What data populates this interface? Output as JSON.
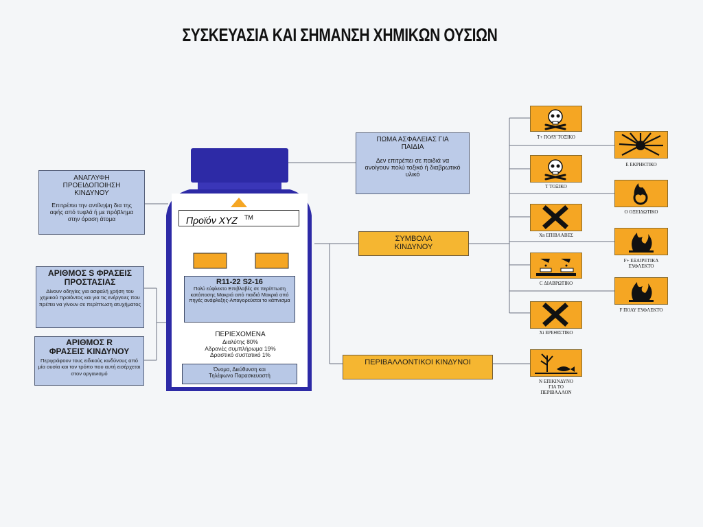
{
  "title": "ΣΥΣΚΕΥΑΣΙΑ ΚΑΙ ΣΗΜΑΝΣΗ ΧΗΜΙΚΩΝ ΟΥΣΙΩΝ",
  "left_boxes": {
    "tactile": {
      "title": "ΑΝΑΓΛΥΦΗ ΠΡΟΕΙΔΟΠΟΙΗΣΗ ΚΙΝΔΥΝΟΥ",
      "text": "Επιτρέπει την αντίληψη δια της αφής από τυφλά ή με πρόβλημα στην όραση άτομα"
    },
    "s_phrases": {
      "title": "ΑΡΙΘΜΟΣ S ΦΡΑΣΕΙΣ ΠΡΟΣΤΑΣΙΑΣ",
      "text": "Δίνουν οδηγίες για ασφαλή χρήση του χημικού προϊόντος και για τις ενέργειες που πρέπει να γίνουν σε περίπτωση ατυχήματος"
    },
    "r_phrases": {
      "title": "ΑΡΙΘΜΟΣ R ΦΡΑΣΕΙΣ ΚΙΝΔΥΝΟΥ",
      "text": "Περιγράφουν τους ειδικούς κινδύνους από μία ουσία και τον τρόπο που αυτή εισέρχεται στον οργανισμό"
    }
  },
  "cap_box": {
    "title": "ΠΩΜΑ ΑΣΦΑΛΕΙΑΣ ΓΙΑ ΠΑΙΔΙΑ",
    "text": "Δεν επιτρέπει σε παιδιά να ανοίγουν πολύ τοξικό ή διαβρωτικό υλικό"
  },
  "bottle": {
    "product": "Προϊόν XYZ",
    "tm": "TM",
    "phrases_code": "R11-22 S2-16",
    "phrases_text": "Πολύ εύφλεκτο Επιβλαβές σε περίπτωση κατάποσης Μακριά από παιδιά Μακριά από πηγές ανάφλεξης-Απαγορεύεται το κάπνισμα",
    "contents_title": "ΠΕΡΙΕΧΟΜΕΝΑ",
    "contents_lines": [
      "Διαλύτης 80%",
      "Αδρανές συμπλήρωμα 19%",
      "Δραστικό συστατικό 1%"
    ],
    "manufacturer": "Όνομα, Διεύθυνση και Τηλέφωνο Παρασκευαστή"
  },
  "center_boxes": {
    "symbols": "ΣΥΜΒΟΛΑ ΚΙΝΔΥΝΟΥ",
    "environmental": "ΠΕΡΙΒΑΛΛΟΝΤΙΚΟΙ ΚΙΝΔΥΝΟΙ"
  },
  "symbols": [
    {
      "label": "T+ ΠΟΛΥ ΤΟΞΙΚΟ",
      "icon": "skull-crossbones-icon"
    },
    {
      "label": "T ΤΟΞΙΚΟ",
      "icon": "skull-crossbones-icon"
    },
    {
      "label": "Xn ΕΠΙΒΛΑΒΕΣ",
      "icon": "cross-x-icon"
    },
    {
      "label": "C ΔΙΑΒΡΩΤΙΚΟ",
      "icon": "corrosive-icon"
    },
    {
      "label": "Xi ΕΡΕΘΙΣΤΙΚΟ",
      "icon": "cross-x-icon"
    },
    {
      "label": "N ΕΠΙΚΙΝΔΥΝΟ ΓΙΑ ΤΟ ΠΕΡΙΒΑΛΛΟΝ",
      "icon": "dead-tree-fish-icon"
    }
  ],
  "symbols_right": [
    {
      "label": "E ΕΚΡΗΚΤΙΚΟ",
      "icon": "explosion-icon"
    },
    {
      "label": "O ΟΞΕΙΔΩΤΙΚΟ",
      "icon": "flame-over-circle-icon"
    },
    {
      "label": "F+ ΕΞΑΙΡΕΤΙΚΑ ΕΥΦΛΕΚΤΟ",
      "icon": "flame-icon"
    },
    {
      "label": "F ΠΟΛΥ ΕΥΦΛΕΚΤΟ",
      "icon": "flame-icon"
    }
  ],
  "colors": {
    "box_blue": "#bccbe8",
    "bottle_blue": "#2d2aa6",
    "hazard_orange": "#f5a623",
    "box_orange": "#f5b631"
  }
}
